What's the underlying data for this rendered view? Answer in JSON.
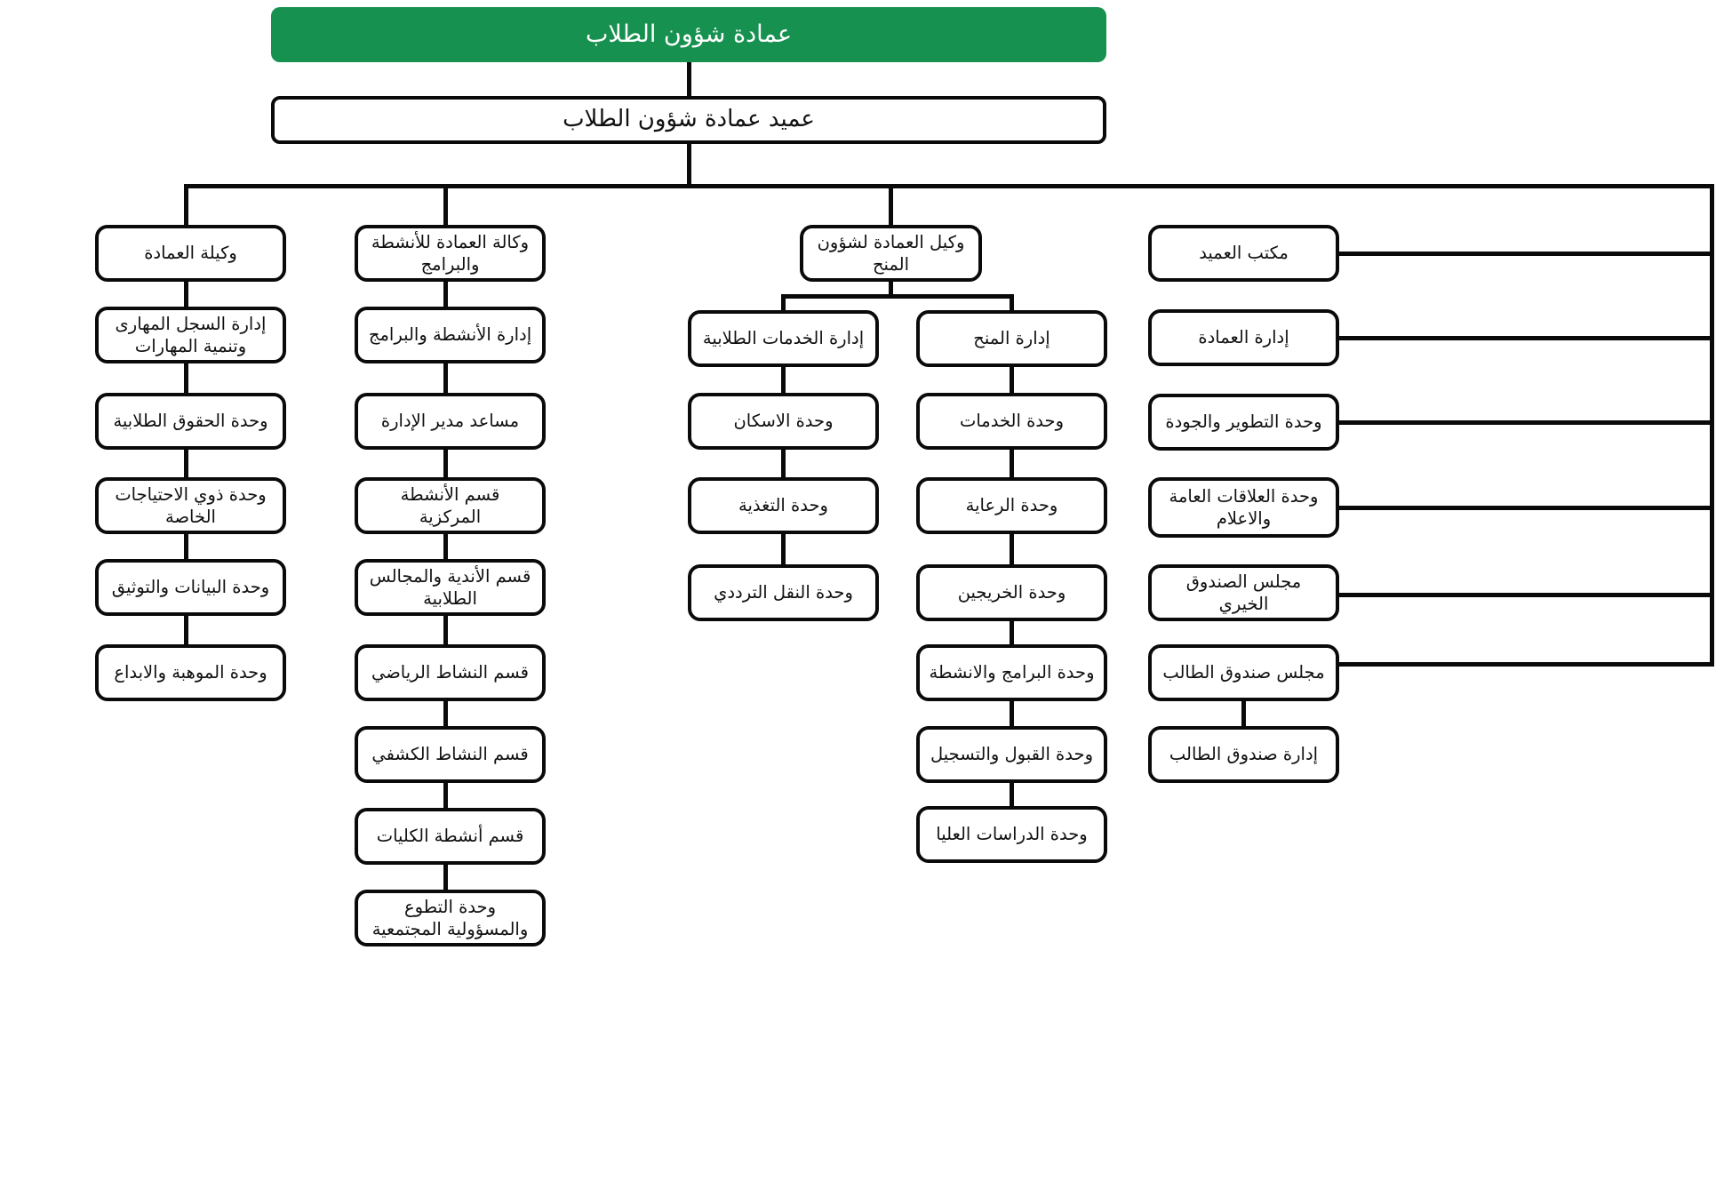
{
  "chart": {
    "title": "عمادة شؤون الطلاب",
    "root": {
      "label": "عمادة شؤون الطلاب"
    },
    "dean": {
      "label": "عميد عمادة شؤون الطلاب"
    },
    "colors": {
      "root_background": "#16914f",
      "root_text": "#ffffff",
      "node_border": "#0a0a0a",
      "node_background": "#ffffff",
      "node_text": "#111111",
      "connector": "#0a0a0a",
      "page_background": "#ffffff"
    },
    "branches": [
      {
        "id": "vice-deanship",
        "head": "وكيلة العمادة",
        "children": [
          "إدارة السجل المهارى وتنمية المهارات",
          "وحدة الحقوق الطلابية",
          "وحدة ذوي الاحتياجات الخاصة",
          "وحدة البيانات والتوثيق",
          "وحدة الموهبة والابداع"
        ]
      },
      {
        "id": "activities-programs",
        "head": "وكالة العمادة للأنشطة والبرامج",
        "children": [
          "إدارة الأنشطة والبرامج",
          "مساعد مدير الإدارة",
          "قسم الأنشطة المركزية",
          "قسم الأندية والمجالس الطلابية",
          "قسم النشاط الرياضي",
          "قسم النشاط الكشفي",
          "قسم أنشطة الكليات",
          "وحدة التطوع والمسؤولية المجتمعية"
        ]
      },
      {
        "id": "grants-affairs",
        "head": "وكيل العمادة لشؤون المنح",
        "subbranches": [
          {
            "id": "student-services",
            "head": "إدارة الخدمات الطلابية",
            "children": [
              "وحدة الاسكان",
              "وحدة التغذية",
              "وحدة النقل الترددي"
            ]
          },
          {
            "id": "grants-administration",
            "head": "إدارة المنح",
            "children": [
              "وحدة الخدمات",
              "وحدة الرعاية",
              "وحدة الخريجين",
              "وحدة البرامج والانشطة",
              "وحدة القبول والتسجيل",
              "وحدة الدراسات العليا"
            ]
          }
        ]
      },
      {
        "id": "dean-office",
        "spine_items": [
          "مكتب العميد",
          "إدارة العمادة",
          "وحدة التطوير والجودة",
          "وحدة العلاقات العامة والاعلام",
          "مجلس الصندوق الخيري",
          "مجلس صندوق الطالب"
        ],
        "children": [
          "إدارة صندوق الطالب"
        ]
      }
    ]
  }
}
